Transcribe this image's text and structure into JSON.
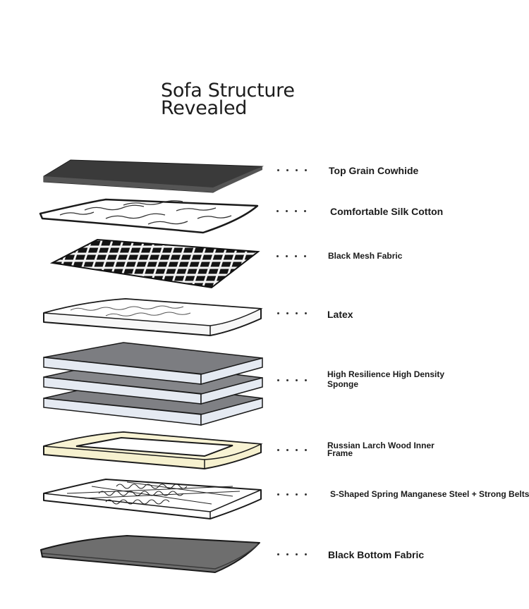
{
  "title": {
    "line1": "Sofa Structure",
    "line2": "Revealed"
  },
  "layers": [
    {
      "label": "Top Grain Cowhide"
    },
    {
      "label": "Comfortable Silk Cotton"
    },
    {
      "label": "Black Mesh Fabric"
    },
    {
      "label": "Latex"
    },
    {
      "label_line1": "High Resilience High Density",
      "label_line2": "Sponge"
    },
    {
      "label_line1": "Russian Larch Wood Inner",
      "label_line2": "Frame"
    },
    {
      "label": "S-Shaped Spring Manganese Steel + Strong Belts"
    },
    {
      "label": "Black Bottom Fabric"
    }
  ],
  "colors": {
    "cowhide": "#3c3c3c",
    "sponge_top": "#7d7e82",
    "sponge_side": "#e4e9f1",
    "wood_frame": "#f6f1cf",
    "bottom_fabric": "#6e6e6e",
    "outline": "#1a1a1a"
  }
}
